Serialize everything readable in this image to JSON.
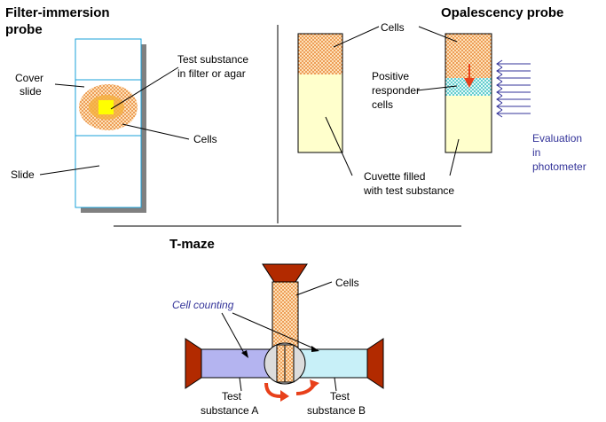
{
  "titles": {
    "filter_line1": "Filter-immersion",
    "filter_line2": "probe",
    "opalescency": "Opalescency probe",
    "tmaze": "T-maze"
  },
  "filter_probe": {
    "cover_line1": "Cover",
    "cover_line2": "slide",
    "slide": "Slide",
    "test_line1": "Test substance",
    "test_line2": "in filter or agar",
    "cells": "Cells"
  },
  "opalescency_probe": {
    "cells": "Cells",
    "positive_line1": "Positive",
    "positive_line2": "responder",
    "positive_line3": "cells",
    "cuvette_line1": "Cuvette filled",
    "cuvette_line2": "with test substance",
    "eval_line1": "Evaluation",
    "eval_line2": "in",
    "eval_line3": "photometer"
  },
  "tmaze_probe": {
    "cells": "Cells",
    "cell_counting": "Cell counting",
    "test_a_line1": "Test",
    "test_a_line2": "substance A",
    "test_b_line1": "Test",
    "test_b_line2": "substance B"
  },
  "colors": {
    "cells": "#f5a65b",
    "cuvette": "#ffffcc",
    "filter": "#ffff00",
    "responder": "#40c0c0",
    "funnel": "#b22a00",
    "arm_a": "#b4b4f0",
    "arm_b": "#c8f0f8",
    "blue_text": "#333399",
    "slide_border": "#1aa0d8"
  }
}
